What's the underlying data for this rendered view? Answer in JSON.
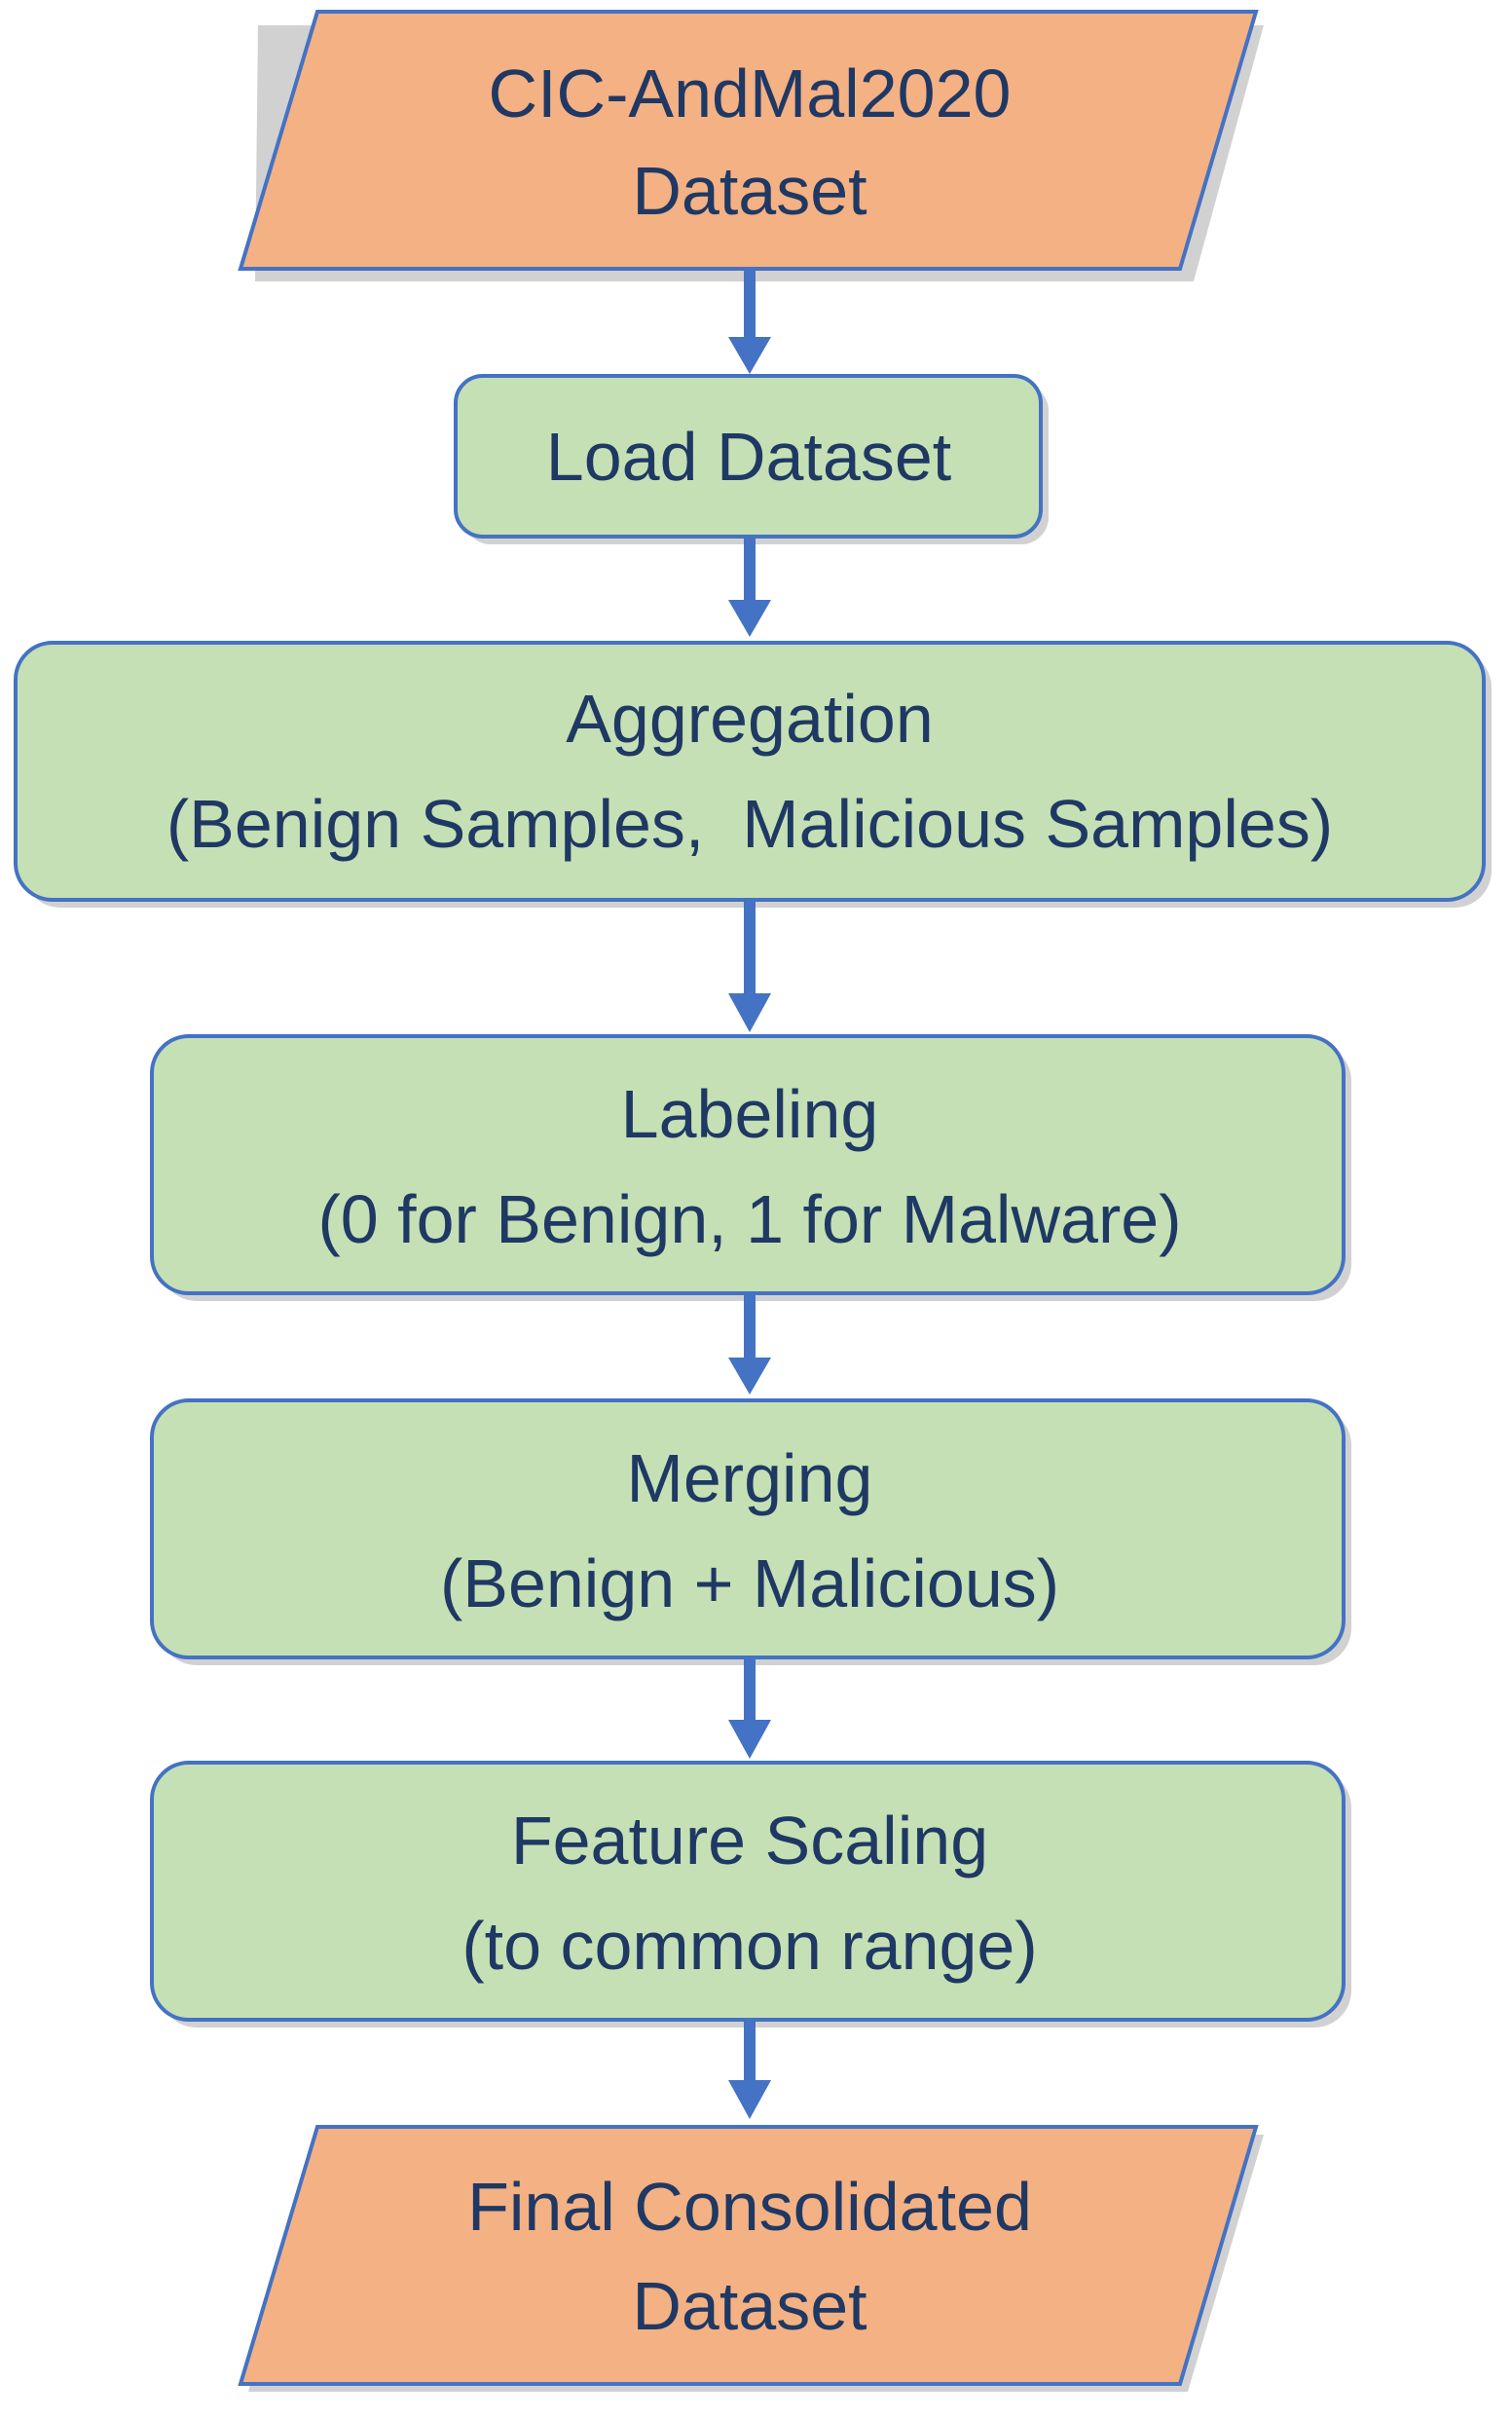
{
  "flowchart": {
    "colors": {
      "io_fill": "#f4b183",
      "process_fill": "#c5e0b4",
      "border": "#4472c4",
      "text": "#1f3864",
      "arrow": "#4472c4"
    },
    "steps": [
      {
        "id": "input",
        "shape": "parallelogram",
        "line1": "CIC-AndMal2020",
        "line2": "Dataset"
      },
      {
        "id": "load",
        "shape": "rounded-rect",
        "line1": "Load Dataset"
      },
      {
        "id": "aggregation",
        "shape": "rounded-rect",
        "line1": "Aggregation",
        "line2": "(Benign Samples,  Malicious Samples)"
      },
      {
        "id": "labeling",
        "shape": "rounded-rect",
        "line1": "Labeling",
        "line2": "(0 for Benign, 1 for Malware)"
      },
      {
        "id": "merging",
        "shape": "rounded-rect",
        "line1": "Merging",
        "line2": "(Benign + Malicious)"
      },
      {
        "id": "scaling",
        "shape": "rounded-rect",
        "line1": "Feature Scaling",
        "line2": "(to common range)"
      },
      {
        "id": "output",
        "shape": "parallelogram",
        "line1": "Final Consolidated",
        "line2": "Dataset"
      }
    ]
  }
}
